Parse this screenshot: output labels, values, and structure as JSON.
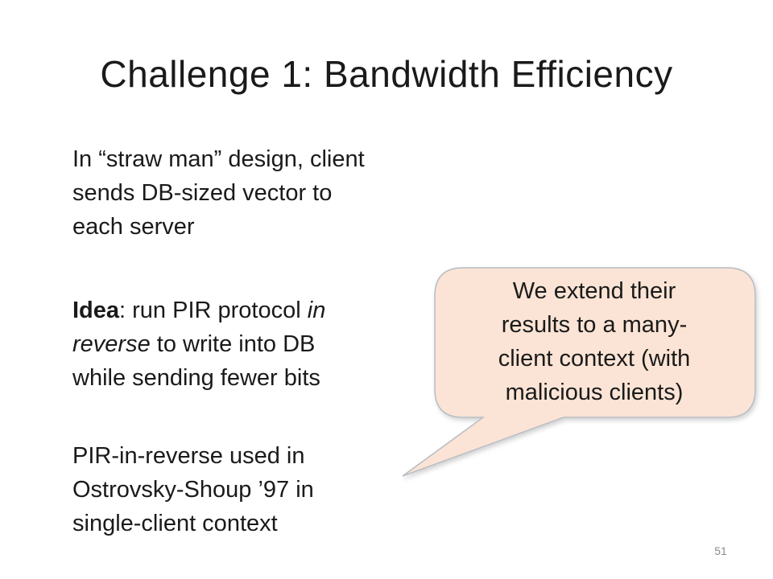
{
  "slide": {
    "title": "Challenge 1: Bandwidth Efficiency",
    "paragraph1": {
      "lines": [
        "In “straw man” design, client",
        "sends DB-sized vector to",
        "each server"
      ]
    },
    "paragraph2": {
      "idea_label": "Idea",
      "line1_rest": ": run PIR protocol ",
      "line1_italic": "in",
      "line2_italic": "reverse",
      "line2_rest": " to write into DB",
      "line3": "while sending fewer bits"
    },
    "paragraph3": {
      "lines": [
        "PIR-in-reverse used in",
        "Ostrovsky-Shoup ’97 in",
        "single-client context"
      ]
    },
    "callout": {
      "lines": [
        "We extend their",
        "results to a many-",
        "client context (with",
        "malicious clients)"
      ],
      "fill_color": "#fbe4d5",
      "border_color": "#b8bcc4"
    },
    "page_number": "51"
  }
}
